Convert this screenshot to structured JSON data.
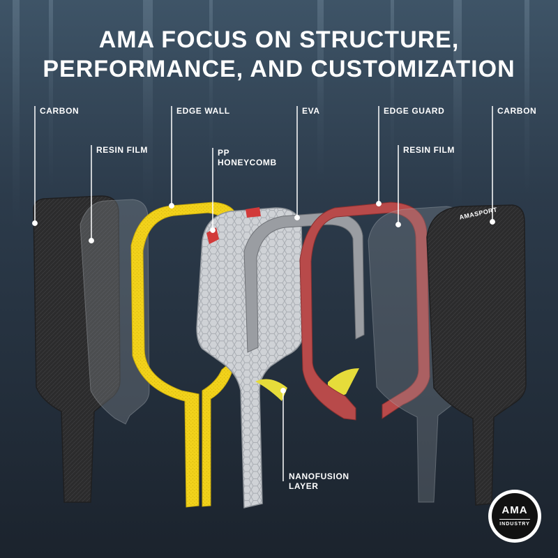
{
  "title": {
    "line1": "AMA FOCUS ON STRUCTURE,",
    "line2": "PERFORMANCE, AND CUSTOMIZATION"
  },
  "layers": [
    {
      "id": "carbon-left",
      "label": "CARBON"
    },
    {
      "id": "resin-film-left",
      "label": "RESIN  FILM"
    },
    {
      "id": "edge-wall",
      "label": "EDGE WALL"
    },
    {
      "id": "pp-honeycomb",
      "label": "PP\nHONEYCOMB"
    },
    {
      "id": "eva",
      "label": "EVA"
    },
    {
      "id": "edge-guard",
      "label": "EDGE GUARD"
    },
    {
      "id": "resin-film-right",
      "label": "RESIN  FILM"
    },
    {
      "id": "carbon-right",
      "label": "CARBON"
    },
    {
      "id": "nanofusion-layer",
      "label": "NANOFUSION\nLAYER"
    }
  ],
  "paddle_brand": "AMASPORT",
  "logo": {
    "mark": "AMA",
    "sub": "INDUSTRY"
  },
  "colors": {
    "background": "#26323f",
    "carbon": "#2b2b2c",
    "edge_wall": "#f2d21b",
    "edge_guard": "#b84a4a",
    "honeycomb": "#cfd2d6",
    "eva": "#9a9da2",
    "nanofusion": "#e6dc3a"
  },
  "icons": [
    "leader-line-dot",
    "ama-industry-logo"
  ]
}
